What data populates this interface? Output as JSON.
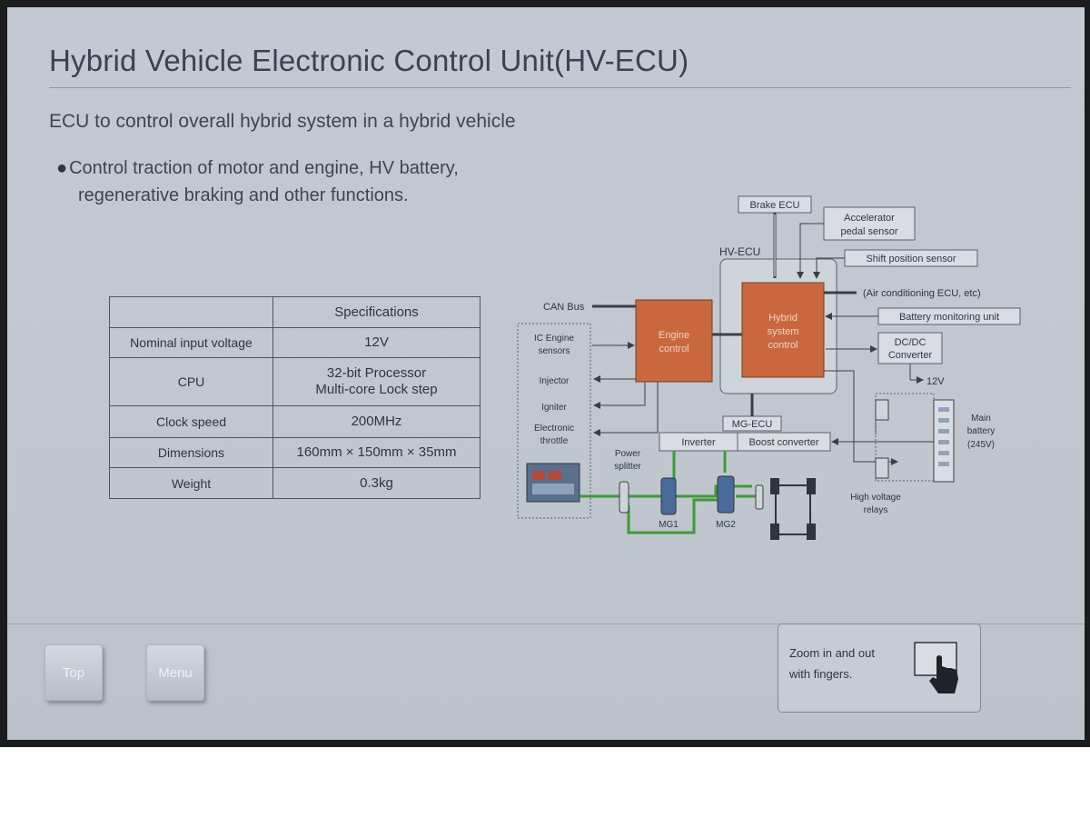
{
  "header": {
    "title": "Hybrid Vehicle Electronic Control Unit(HV-ECU)"
  },
  "intro": {
    "subtitle": "ECU to control overall hybrid system in a hybrid vehicle",
    "bullet_line1": "Control traction of motor and engine, HV battery,",
    "bullet_line2": "regenerative braking and other functions."
  },
  "spec_table": {
    "header": "Specifications",
    "rows": [
      {
        "label": "Nominal input voltage",
        "value": "12V",
        "value2": ""
      },
      {
        "label": "CPU",
        "value": "32-bit Processor",
        "value2": "Multi-core Lock step"
      },
      {
        "label": "Clock speed",
        "value": "200MHz",
        "value2": ""
      },
      {
        "label": "Dimensions",
        "value": "160mm × 150mm × 35mm",
        "value2": ""
      },
      {
        "label": "Weight",
        "value": "0.3kg",
        "value2": ""
      }
    ]
  },
  "diagram": {
    "brake_ecu": "Brake ECU",
    "accel_1": "Accelerator",
    "accel_2": "pedal sensor",
    "hv_ecu": "HV-ECU",
    "shift_sensor": "Shift position sensor",
    "can_bus": "CAN Bus",
    "air_cond": "(Air conditioning ECU, etc)",
    "battery_monitor": "Battery monitoring unit",
    "engine_1": "Engine",
    "engine_2": "control",
    "hybrid_1": "Hybrid",
    "hybrid_2": "system",
    "hybrid_3": "control",
    "ic_engine_1": "IC Engine",
    "ic_engine_2": "sensors",
    "injector": "Injector",
    "igniter": "Igniter",
    "throttle_1": "Electronic",
    "throttle_2": "throttle",
    "dcdc_1": "DC/DC",
    "dcdc_2": "Converter",
    "v12": "12V",
    "mg_ecu": "MG-ECU",
    "inverter": "Inverter",
    "boost": "Boost converter",
    "main_batt_1": "Main",
    "main_batt_2": "battery",
    "main_batt_3": "(245V)",
    "power_1": "Power",
    "power_2": "splitter",
    "mg1": "MG1",
    "mg2": "MG2",
    "relays_1": "High voltage",
    "relays_2": "relays",
    "colors": {
      "orange": "#c9683f",
      "green": "#3e9a3c",
      "line": "#3a3f47"
    }
  },
  "footer": {
    "top_label": "Top",
    "menu_label": "Menu",
    "zoom_hint": "Zoom in and out with fingers."
  },
  "icons": {
    "zoom": "hand-pointer-icon",
    "bullet": "bullet-dot-icon"
  }
}
